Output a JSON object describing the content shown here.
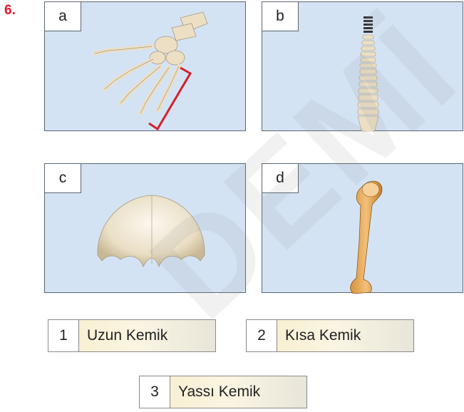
{
  "question": {
    "number": "6."
  },
  "panels": [
    {
      "letter": "a",
      "icon": "hand-skeleton-icon"
    },
    {
      "letter": "b",
      "icon": "spine-icon"
    },
    {
      "letter": "c",
      "icon": "skull-bone-icon"
    },
    {
      "letter": "d",
      "icon": "humerus-icon"
    }
  ],
  "options": [
    {
      "number": "1",
      "label": "Uzun Kemik"
    },
    {
      "number": "2",
      "label": "Kısa Kemik"
    },
    {
      "number": "3",
      "label": "Yassı Kemik"
    }
  ],
  "watermark": "DEMİ",
  "colors": {
    "panel_bg": "#d4e3f4",
    "question_number": "#e2172d",
    "bracket": "#d4202a",
    "bone": "#ecdfc4"
  }
}
